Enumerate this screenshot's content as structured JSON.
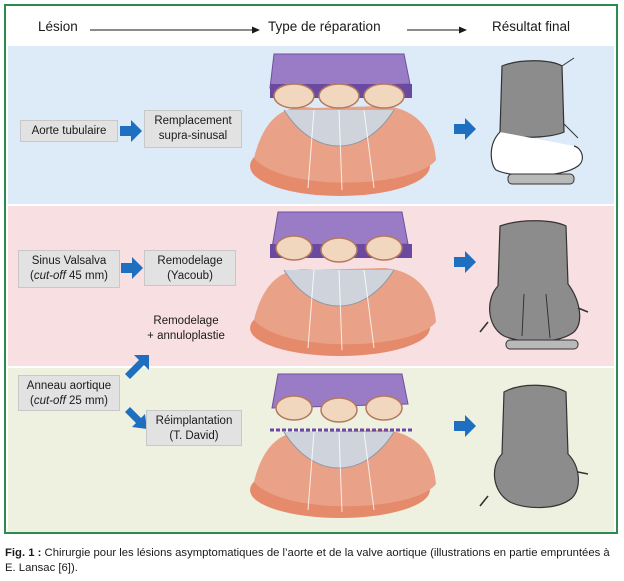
{
  "header": {
    "lesion": "Lésion",
    "repair": "Type de réparation",
    "result": "Résultat final"
  },
  "rows": [
    {
      "lesion": {
        "line1": "Aorte tubulaire"
      },
      "repair": {
        "line1": "Remplacement",
        "line2": "supra-sinusal"
      }
    },
    {
      "lesion": {
        "line1": "Sinus Valsalva",
        "line2_italic": "cut-off",
        "line2_rest": " 45 mm)",
        "line2_open": "("
      },
      "repair": {
        "line1": "Remodelage",
        "line2": "(Yacoub)"
      }
    },
    {
      "lesion": {
        "line1": "Anneau aortique",
        "line2_open": "(",
        "line2_italic": "cut-off",
        "line2_rest": " 25 mm)"
      },
      "repair": {
        "line1": "Réimplantation",
        "line2": "(T. David)"
      }
    }
  ],
  "extra_repair": {
    "line1": "Remodelage",
    "line2": "+ annuloplastie"
  },
  "caption": {
    "label": "Fig. 1 :",
    "text": " Chirurgie pour les lésions asymptomatiques de l’aorte et de la valve aortique (illustrations en partie empruntées à E. Lansac [6])."
  },
  "colors": {
    "frame": "#2e8b4f",
    "band1": "#dcebf7",
    "band2": "#f8dfe2",
    "band3": "#eef1df",
    "arrow": "#1f6fc0",
    "label_box": "#e2e2e2",
    "graft": "#8a6ab8",
    "tissue": "#e07a5f",
    "result_fill": "#8c8c8c"
  }
}
